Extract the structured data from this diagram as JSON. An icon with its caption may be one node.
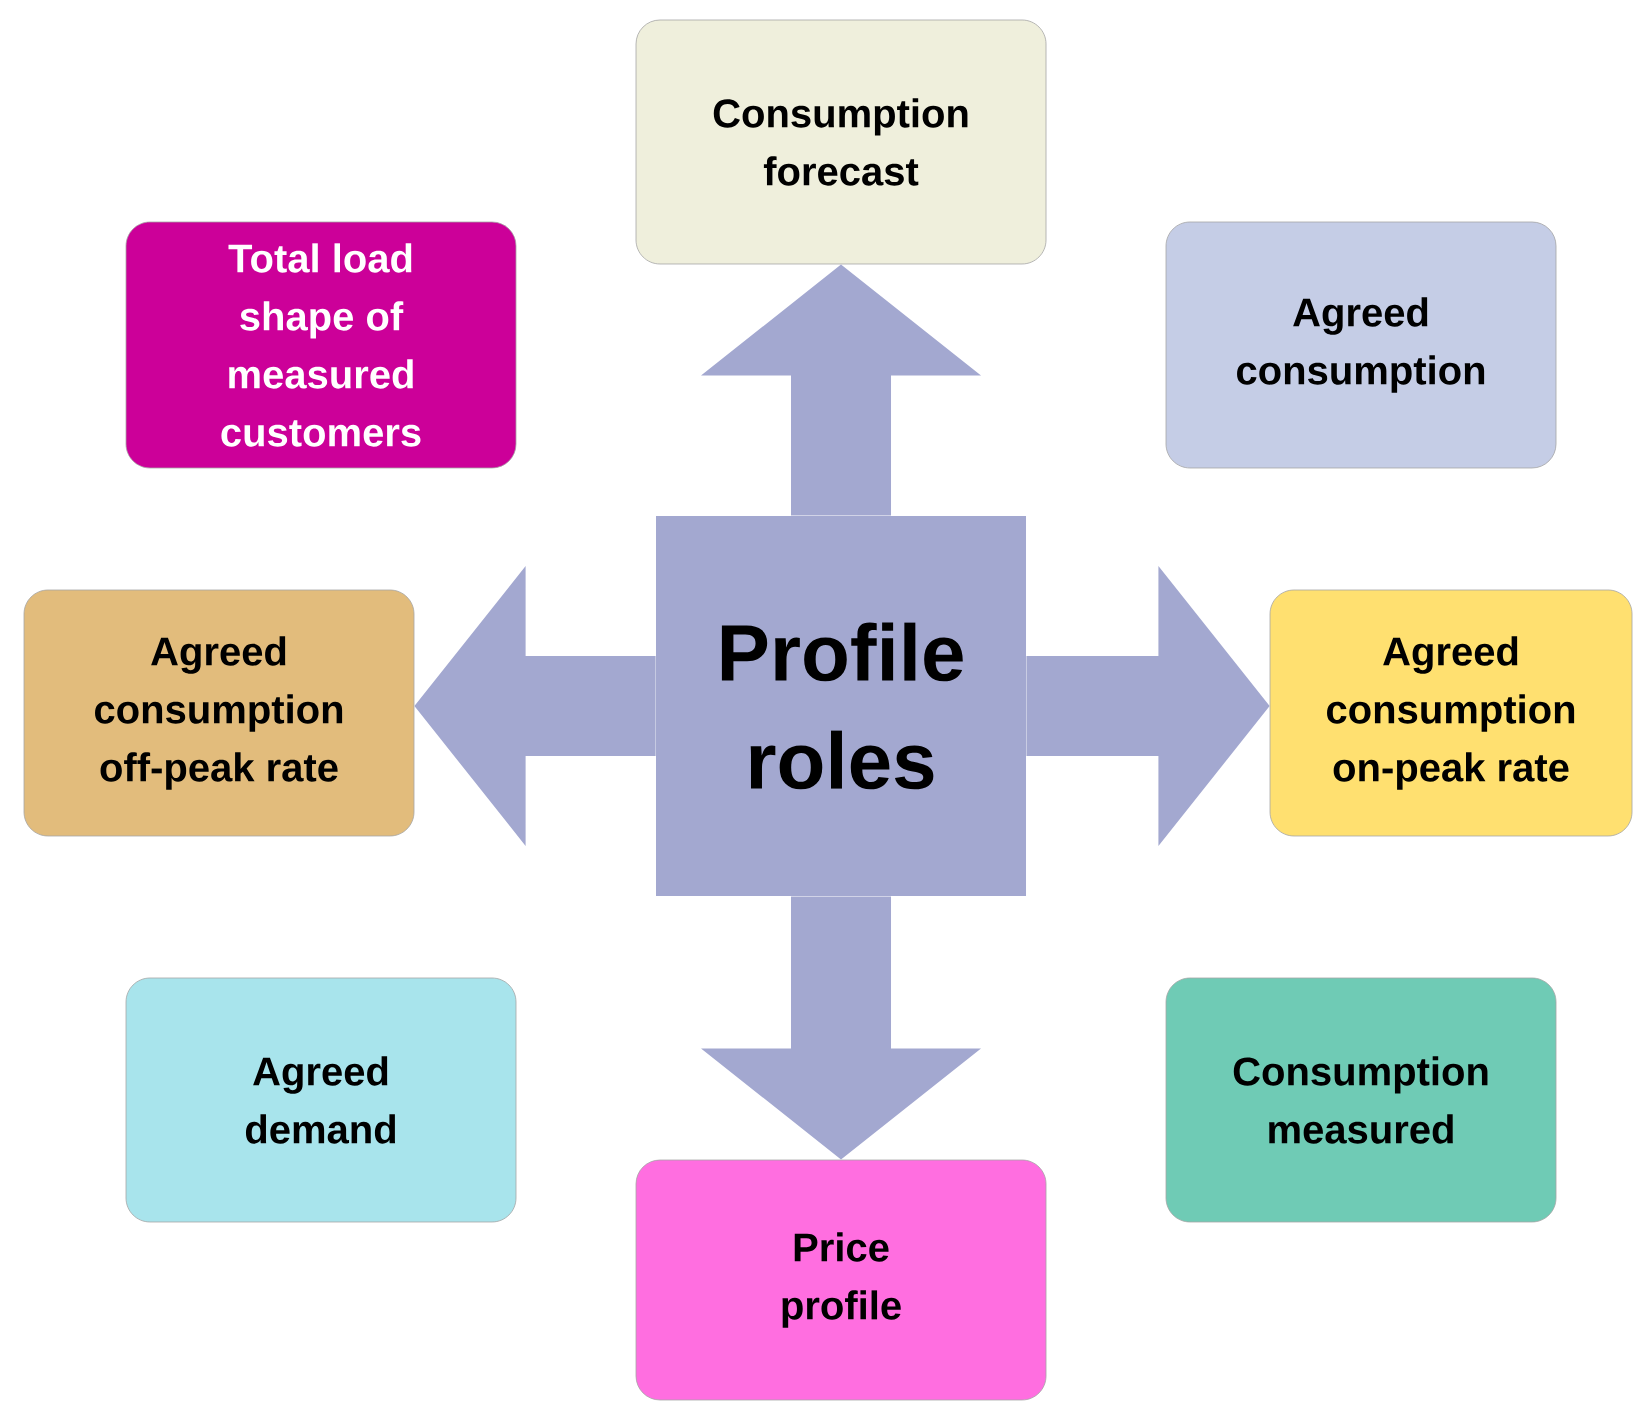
{
  "diagram": {
    "nodes": [
      {
        "text": [
          "Consumption forecast"
        ]
      },
      {
        "text": [
          "Total load shape of measured customers"
        ]
      },
      {
        "text": [
          "Agreed consumption"
        ]
      },
      {
        "text": [
          "Profile roles"
        ]
      },
      {
        "text": [
          "Agreed consumption off-peak rate"
        ]
      },
      {
        "text": [
          "Agreed consumption on-peak rate"
        ]
      },
      {
        "text": [
          "Agreed demand"
        ]
      },
      {
        "text": [
          "Consumption measured"
        ]
      },
      {
        "text": [
          "Price profile"
        ]
      }
    ],
    "edges": [
      {
        "from": 3,
        "to": 0,
        "arrow": "to"
      },
      {
        "from": 3,
        "to": 8,
        "arrow": "to"
      },
      {
        "from": 3,
        "to": 4,
        "arrow": "to"
      },
      {
        "from": 3,
        "to": 5,
        "arrow": "to"
      }
    ]
  }
}
